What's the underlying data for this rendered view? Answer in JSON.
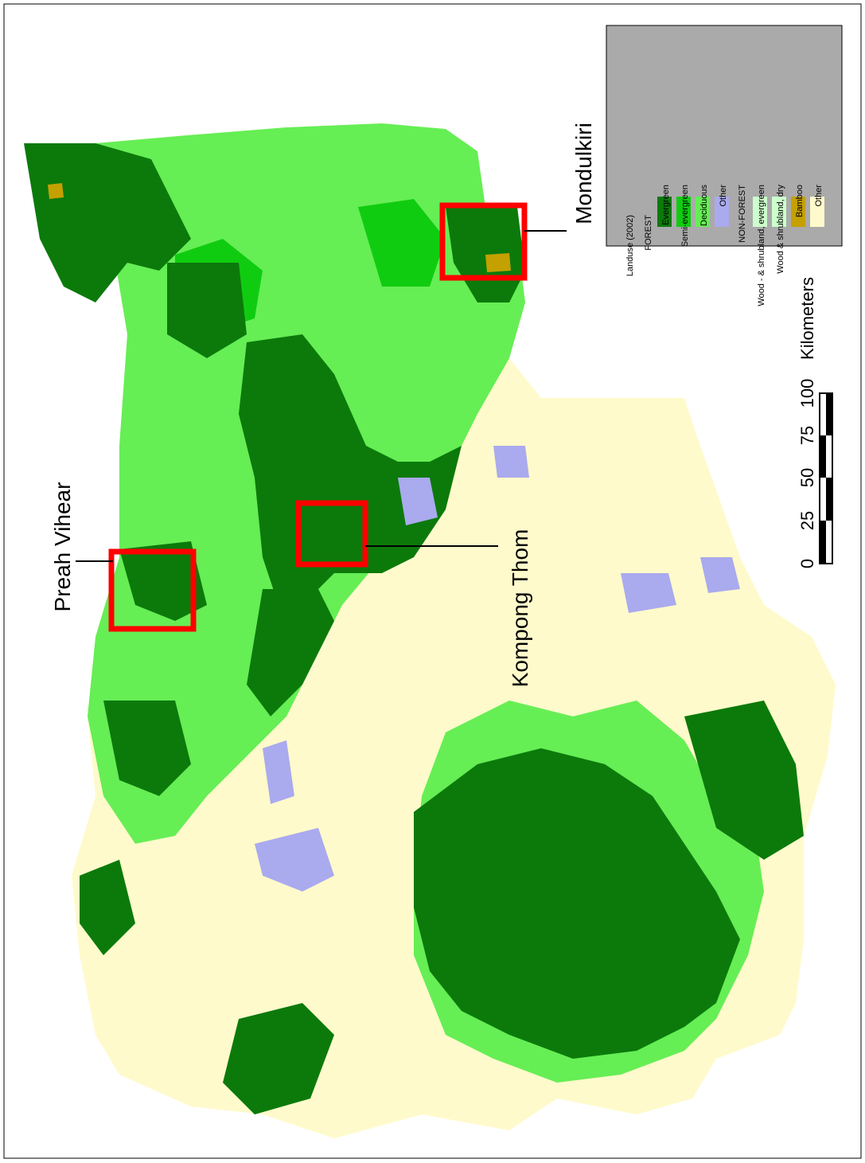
{
  "sites": [
    {
      "name": "Preah Vihear"
    },
    {
      "name": "Kompong Thom"
    },
    {
      "name": "Mondulkiri"
    }
  ],
  "scale_bar": {
    "ticks": [
      "0",
      "25",
      "50",
      "75",
      "100"
    ],
    "unit": "Kilometers"
  },
  "legend": {
    "title": "Landuse (2002)",
    "groups": [
      {
        "heading": "FOREST",
        "items": [
          {
            "label": "Evergreen",
            "color": "#0b7a0b"
          },
          {
            "label": "Semi-evergreen",
            "color": "#10cc10"
          },
          {
            "label": "Deciduous",
            "color": "#66ee55"
          },
          {
            "label": "Other",
            "color": "#aaaaee"
          }
        ]
      },
      {
        "heading": "NON-FOREST",
        "items": [
          {
            "label": "Wood - & shrubland, evergreen",
            "color": "#ccffcc"
          },
          {
            "label": "Wood & shrubland, dry",
            "color": "#ccffcc"
          },
          {
            "label": "Bamboo",
            "color": "#c4a000"
          },
          {
            "label": "Other",
            "color": "#fffacb"
          }
        ]
      }
    ]
  },
  "colors": {
    "evergreen": "#0b7a0b",
    "semi_evergreen": "#10cc10",
    "deciduous": "#66ee55",
    "forest_other": "#aaaaee",
    "nonforest_other": "#fffacb",
    "bamboo": "#c4a000",
    "site_box": "#ff0000",
    "legend_bg": "#aaaaaa"
  }
}
